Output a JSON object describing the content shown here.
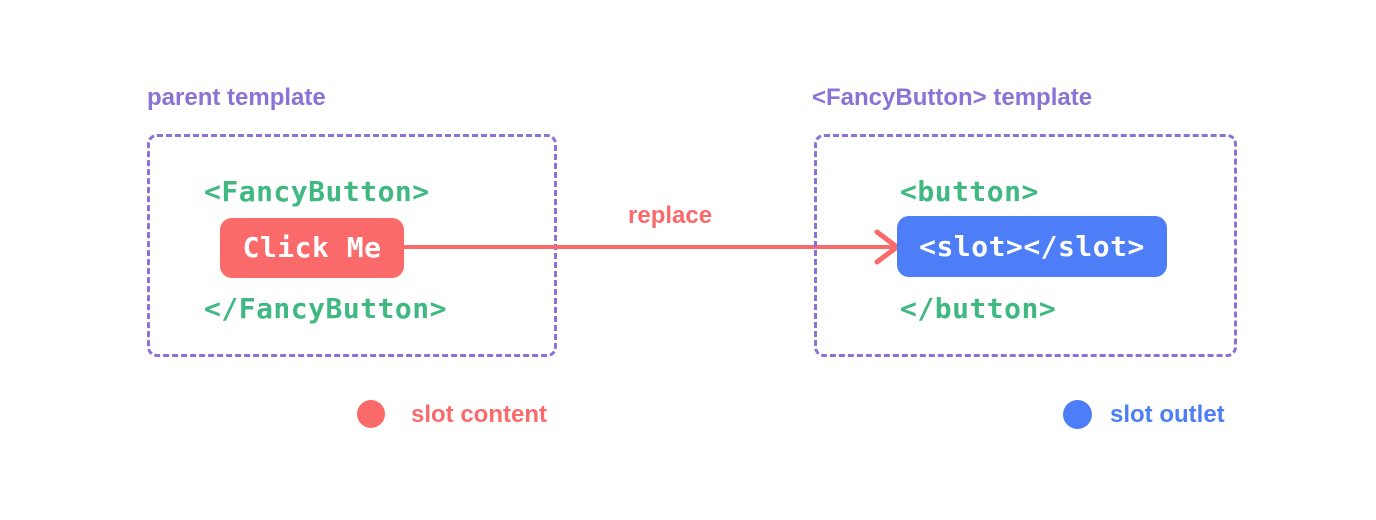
{
  "diagram": {
    "left_panel": {
      "title": "parent template",
      "code_open": "<FancyButton>",
      "slot_content_chip": "Click Me",
      "code_close": "</FancyButton>"
    },
    "arrow": {
      "label": "replace",
      "icon": "right-arrow",
      "color": "#fa6a6a"
    },
    "right_panel": {
      "title": "<FancyButton> template",
      "code_open": "<button>",
      "slot_outlet_chip": "<slot></slot>",
      "code_close": "</button>"
    },
    "legend": [
      {
        "label": "slot content",
        "dot_color": "#fa6a6a"
      },
      {
        "label": "slot outlet",
        "dot_color": "#4d7ef7"
      }
    ]
  },
  "colors": {
    "red": "#fa6a6a",
    "green": "#3fb881",
    "purple": "#8a72d6",
    "blue": "#4d7ef7",
    "background": "#ffffff",
    "chip_text": "#ffffff"
  }
}
